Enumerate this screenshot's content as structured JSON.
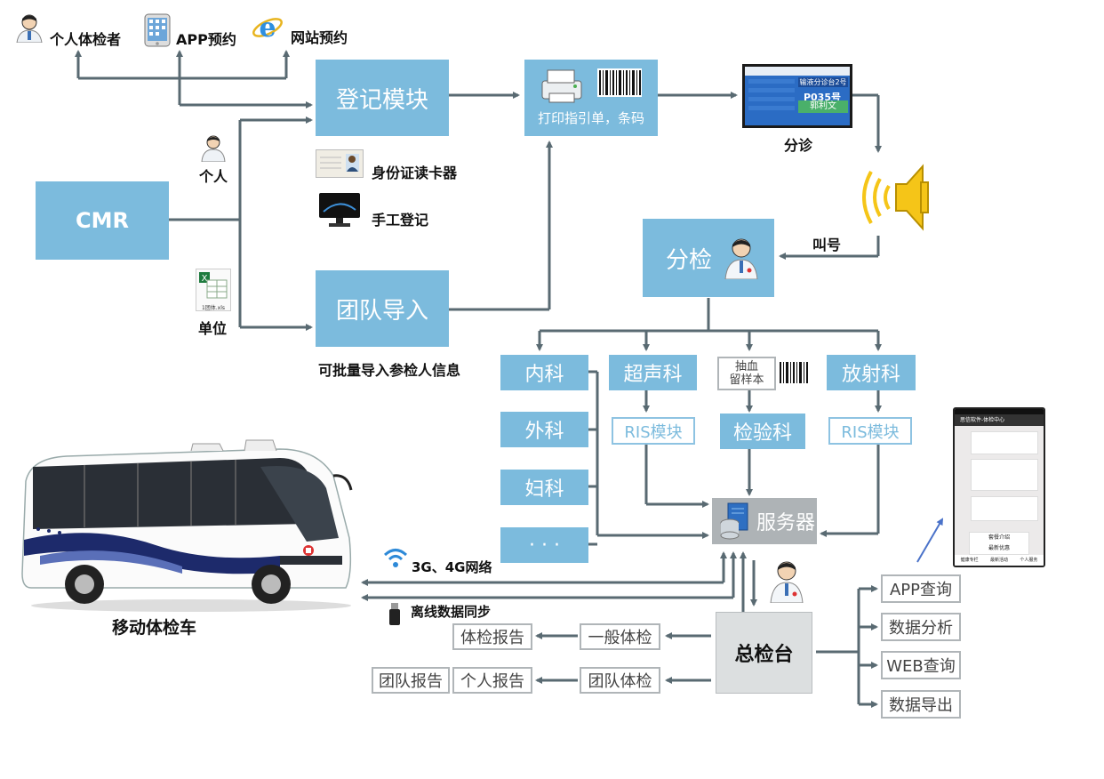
{
  "top": {
    "individual_examinee": "个人体检者",
    "app_booking": "APP预约",
    "web_booking": "网站预约"
  },
  "modules": {
    "registration": "登记模块",
    "print": "打印指引单，条码",
    "triage": "分诊",
    "call": "叫号",
    "sub_check": "分检",
    "cmr": "CMR",
    "team_import": "团队导入",
    "batch_note": "可批量导入参检人信息",
    "id_reader": "身份证读卡器",
    "manual_reg": "手工登记",
    "person": "个人",
    "unit": "单位"
  },
  "departments": {
    "internal": "内科",
    "ultrasound": "超声科",
    "blood_l1": "抽血",
    "blood_l2": "留样本",
    "radiology": "放射科",
    "surgery": "外科",
    "ris1": "RIS模块",
    "lab": "检验科",
    "ris2": "RIS模块",
    "gynecology": "妇科",
    "more": "· · ·"
  },
  "server": "服务器",
  "network": "3G、4G网络",
  "offline_sync": "离线数据同步",
  "bus_label": "移动体检车",
  "hub": "总检台",
  "reports": {
    "exam_report": "体检报告",
    "general_exam": "一般体检",
    "team_report": "团队报告",
    "personal_report": "个人报告",
    "team_exam": "团队体检"
  },
  "outputs": [
    "APP查询",
    "数据分析",
    "WEB查询",
    "数据导出"
  ],
  "monitor": {
    "title": "输液分诊台2号",
    "number": "P035号",
    "name": "郭利文"
  },
  "phone": {
    "header": "思信软件-体检中心",
    "menu1": "套餐介绍",
    "menu2": "最新优惠",
    "tabs": [
      "健康专栏",
      "最新活动",
      "个人服务"
    ]
  },
  "file_label": "1团体.xls",
  "colors": {
    "box": "#7cbbdd",
    "line": "#596a72",
    "hub": "#dcdfe0",
    "outline": "#8ec3e2"
  }
}
